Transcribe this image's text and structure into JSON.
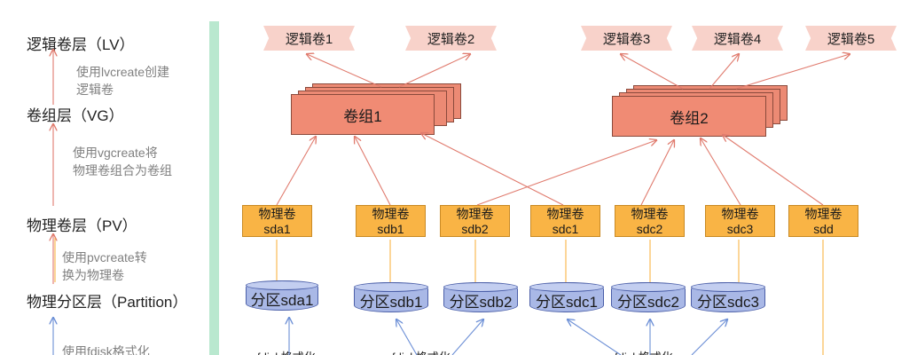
{
  "left_panel": {
    "layers": {
      "lv": "逻辑卷层（LV）",
      "vg": "卷组层（VG）",
      "pv": "物理卷层（PV）",
      "partition": "物理分区层（Partition）"
    },
    "commands": {
      "lvcreate_1": "使用lvcreate创建",
      "lvcreate_2": "逻辑卷",
      "vgcreate_1": "使用vgcreate将",
      "vgcreate_2": "物理卷组合为卷组",
      "pvcreate_1": "使用pvcreate转",
      "pvcreate_2": "换为物理卷",
      "fdisk": "使用fdisk格式化"
    }
  },
  "logical_volumes": [
    "逻辑卷1",
    "逻辑卷2",
    "逻辑卷3",
    "逻辑卷4",
    "逻辑卷5"
  ],
  "volume_groups": [
    "卷组1",
    "卷组2"
  ],
  "physical_volumes": [
    {
      "title": "物理卷",
      "device": "sda1"
    },
    {
      "title": "物理卷",
      "device": "sdb1"
    },
    {
      "title": "物理卷",
      "device": "sdb2"
    },
    {
      "title": "物理卷",
      "device": "sdc1"
    },
    {
      "title": "物理卷",
      "device": "sdc2"
    },
    {
      "title": "物理卷",
      "device": "sdc3"
    },
    {
      "title": "物理卷",
      "device": "sdd"
    }
  ],
  "partitions": [
    "分区sda1",
    "分区sdb1",
    "分区sdb2",
    "分区sdc1",
    "分区sdc2",
    "分区sdc3"
  ],
  "fdisk_labels": [
    "fdisk格式化",
    "fdisk格式化",
    "fdisk格式化"
  ],
  "colors": {
    "lv_fill": "#f8d2ca",
    "vg_fill": "#f08b74",
    "pv_fill": "#f9b445",
    "partition_fill": "#a9b8e6",
    "arrow": "#e07b6e",
    "arrow_blue": "#6c8fd6",
    "divider": "#b9e8cf"
  }
}
